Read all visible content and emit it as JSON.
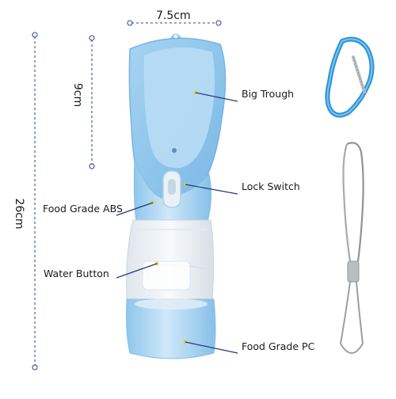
{
  "dimensions": {
    "width_label": "7.5cm",
    "trough_height_label": "9cm",
    "total_height_label": "26cm"
  },
  "callouts": {
    "big_trough": "Big Trough",
    "lock_switch": "Lock Switch",
    "food_grade_abs": "Food Grade ABS",
    "water_button": "Water Button",
    "food_grade_pc": "Food Grade PC"
  },
  "accessories": [
    "carabiner-clip",
    "lanyard-strap"
  ],
  "colors": {
    "bottle_blue": "#a9d4f0",
    "bottle_blue_dark": "#7fbde6",
    "carabiner_blue": "#2a93d6",
    "leader_line": "#243a78",
    "dim_line": "#5a6aa6"
  }
}
